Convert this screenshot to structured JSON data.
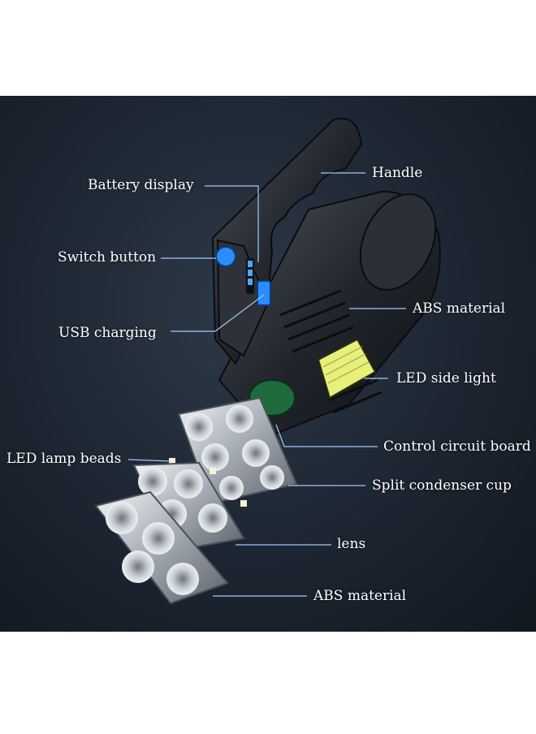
{
  "labels": {
    "battery_display": "Battery display",
    "handle": "Handle",
    "switch_button": "Switch button",
    "usb_charging": "USB charging",
    "abs_material_top": "ABS material",
    "led_side_light": "LED side light",
    "control_circuit_board": "Control circuit board",
    "led_lamp_beads": "LED lamp beads",
    "split_condenser_cup": "Split condenser cup",
    "lens": "lens",
    "abs_material_bottom": "ABS material"
  },
  "colors": {
    "background": "#1c2531",
    "leader_line": "#9ec9ff",
    "label_text": "#ffffff",
    "accent_blue": "#2b8cff",
    "side_light": "#e9f07a"
  }
}
